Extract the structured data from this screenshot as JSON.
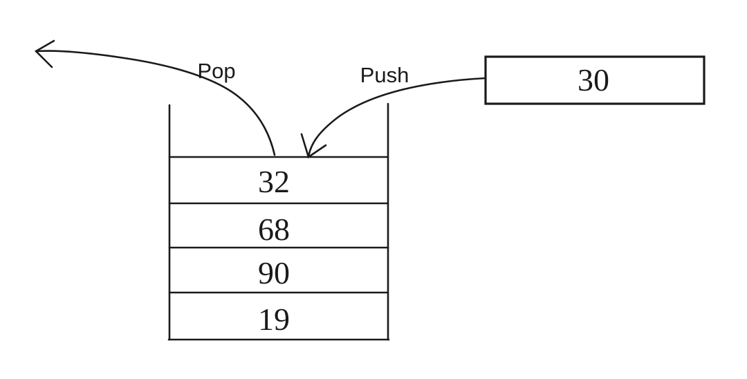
{
  "diagram": {
    "type": "stack-push-pop",
    "colors": {
      "line": "#1a1a1a",
      "background": "#ffffff"
    },
    "labels": {
      "pop": "Pop",
      "push": "Push"
    },
    "push_value": "30",
    "stack": {
      "items": [
        "32",
        "68",
        "90",
        "19"
      ]
    }
  }
}
